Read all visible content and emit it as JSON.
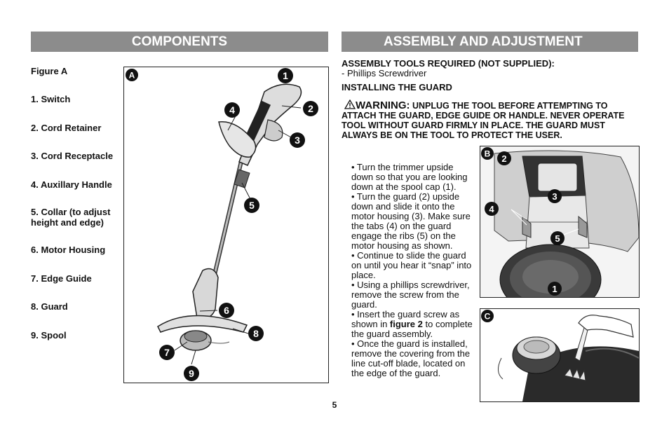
{
  "left": {
    "heading": "COMPONENTS",
    "figure_label": "Figure A",
    "components": [
      "1. Switch",
      "2. Cord Retainer",
      "3. Cord Receptacle",
      "4. Auxillary Handle",
      "5. Collar (to adjust height and edge)",
      "6. Motor Housing",
      "7. Edge Guide",
      "8. Guard",
      "9. Spool"
    ],
    "figure_a": {
      "letter": "A",
      "callouts": [
        "1",
        "2",
        "3",
        "4",
        "5",
        "6",
        "7",
        "8",
        "9"
      ]
    }
  },
  "right": {
    "heading": "ASSEMBLY AND ADJUSTMENT",
    "tools_heading": "ASSEMBLY TOOLS REQUIRED (NOT SUPPLIED):",
    "tools_item": "- Phillips Screwdriver",
    "guard_heading": "INSTALLING THE GUARD",
    "warning_label": "WARNING:",
    "warning_text": "UNPLUG THE TOOL BEFORE ATTEMPTING TO ATTACH THE GUARD, EDGE GUIDE OR HANDLE. NEVER OPERATE TOOL WITHOUT GUARD FIRMLY IN PLACE. THE GUARD MUST ALWAYS BE ON THE TOOL TO PROTECT THE USER.",
    "steps": {
      "s1": "• Turn the trimmer upside down so that you are looking down at the spool cap (1).",
      "s2": "• Turn the guard (2) upside down and slide it onto the motor housing (3). Make sure the tabs (4) on the guard engage the ribs (5) on the motor housing as shown.",
      "s3": "• Continue to slide the guard on until you hear it “snap” into place.",
      "s4": "• Using a phillips screwdriver, remove the screw from the guard.",
      "s5_pre": "• Insert the guard screw as shown in ",
      "s5_bold": "figure 2",
      "s5_post": " to complete the guard assembly.",
      "s6": "• Once the guard is installed, remove the covering from the line cut-off blade, located on the edge of the guard."
    },
    "figure_b": {
      "letter": "B",
      "callouts": [
        "2",
        "3",
        "4",
        "5",
        "1"
      ]
    },
    "figure_c": {
      "letter": "C"
    }
  },
  "page_number": "5"
}
